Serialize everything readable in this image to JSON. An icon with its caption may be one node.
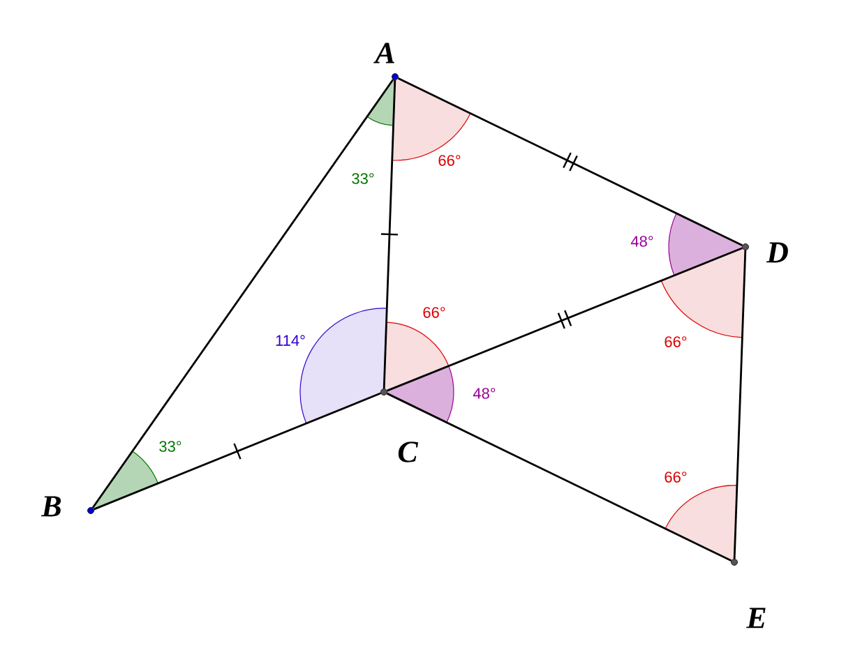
{
  "diagram": {
    "nodes": [
      {
        "text": [
          "A"
        ]
      },
      {
        "text": [
          "B"
        ]
      },
      {
        "text": [
          "C"
        ]
      },
      {
        "text": [
          "D"
        ]
      },
      {
        "text": [
          "E"
        ]
      }
    ],
    "edges": [
      {
        "from": 0,
        "to": 1,
        "arrow": "none"
      },
      {
        "from": 0,
        "to": 2,
        "arrow": "none"
      },
      {
        "from": 0,
        "to": 3,
        "arrow": "none"
      },
      {
        "from": 1,
        "to": 2,
        "arrow": "none"
      },
      {
        "from": 2,
        "to": 3,
        "arrow": "none"
      },
      {
        "from": 2,
        "to": 4,
        "arrow": "none"
      },
      {
        "from": 3,
        "to": 4,
        "arrow": "none"
      }
    ],
    "labels": [
      "33°",
      "66°",
      "48°",
      "66°",
      "114°",
      "66°",
      "48°",
      "33°",
      "66°"
    ]
  }
}
